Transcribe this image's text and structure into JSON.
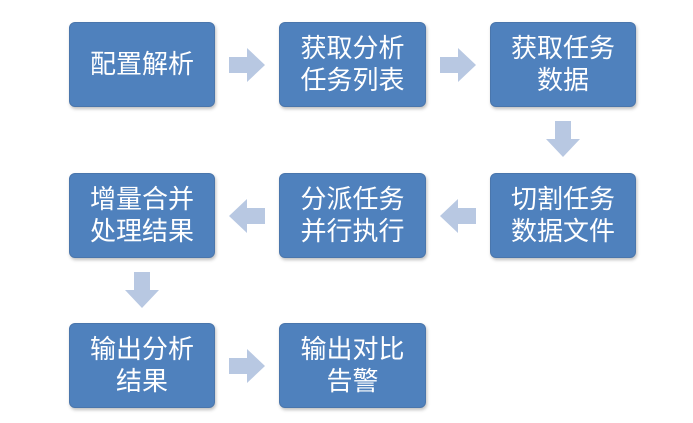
{
  "diagram": {
    "nodes": [
      {
        "id": "config-parse",
        "label": "配置解析"
      },
      {
        "id": "get-analysis-tasks",
        "label": "获取分析任务列表"
      },
      {
        "id": "get-task-data",
        "label": "获取任务数据"
      },
      {
        "id": "split-task-files",
        "label": "切割任务数据文件"
      },
      {
        "id": "dispatch-parallel",
        "label": "分派任务并行执行"
      },
      {
        "id": "merge-results",
        "label": "增量合并处理结果"
      },
      {
        "id": "output-results",
        "label": "输出分析结果"
      },
      {
        "id": "output-compare-alert",
        "label": "输出对比告警"
      }
    ],
    "edges": [
      {
        "from": "config-parse",
        "to": "get-analysis-tasks"
      },
      {
        "from": "get-analysis-tasks",
        "to": "get-task-data"
      },
      {
        "from": "get-task-data",
        "to": "split-task-files"
      },
      {
        "from": "split-task-files",
        "to": "dispatch-parallel"
      },
      {
        "from": "dispatch-parallel",
        "to": "merge-results"
      },
      {
        "from": "merge-results",
        "to": "output-results"
      },
      {
        "from": "output-results",
        "to": "output-compare-alert"
      }
    ],
    "colors": {
      "node_fill": "#4f81bd",
      "node_text": "#ffffff",
      "arrow_fill": "#b8c8e2"
    }
  }
}
